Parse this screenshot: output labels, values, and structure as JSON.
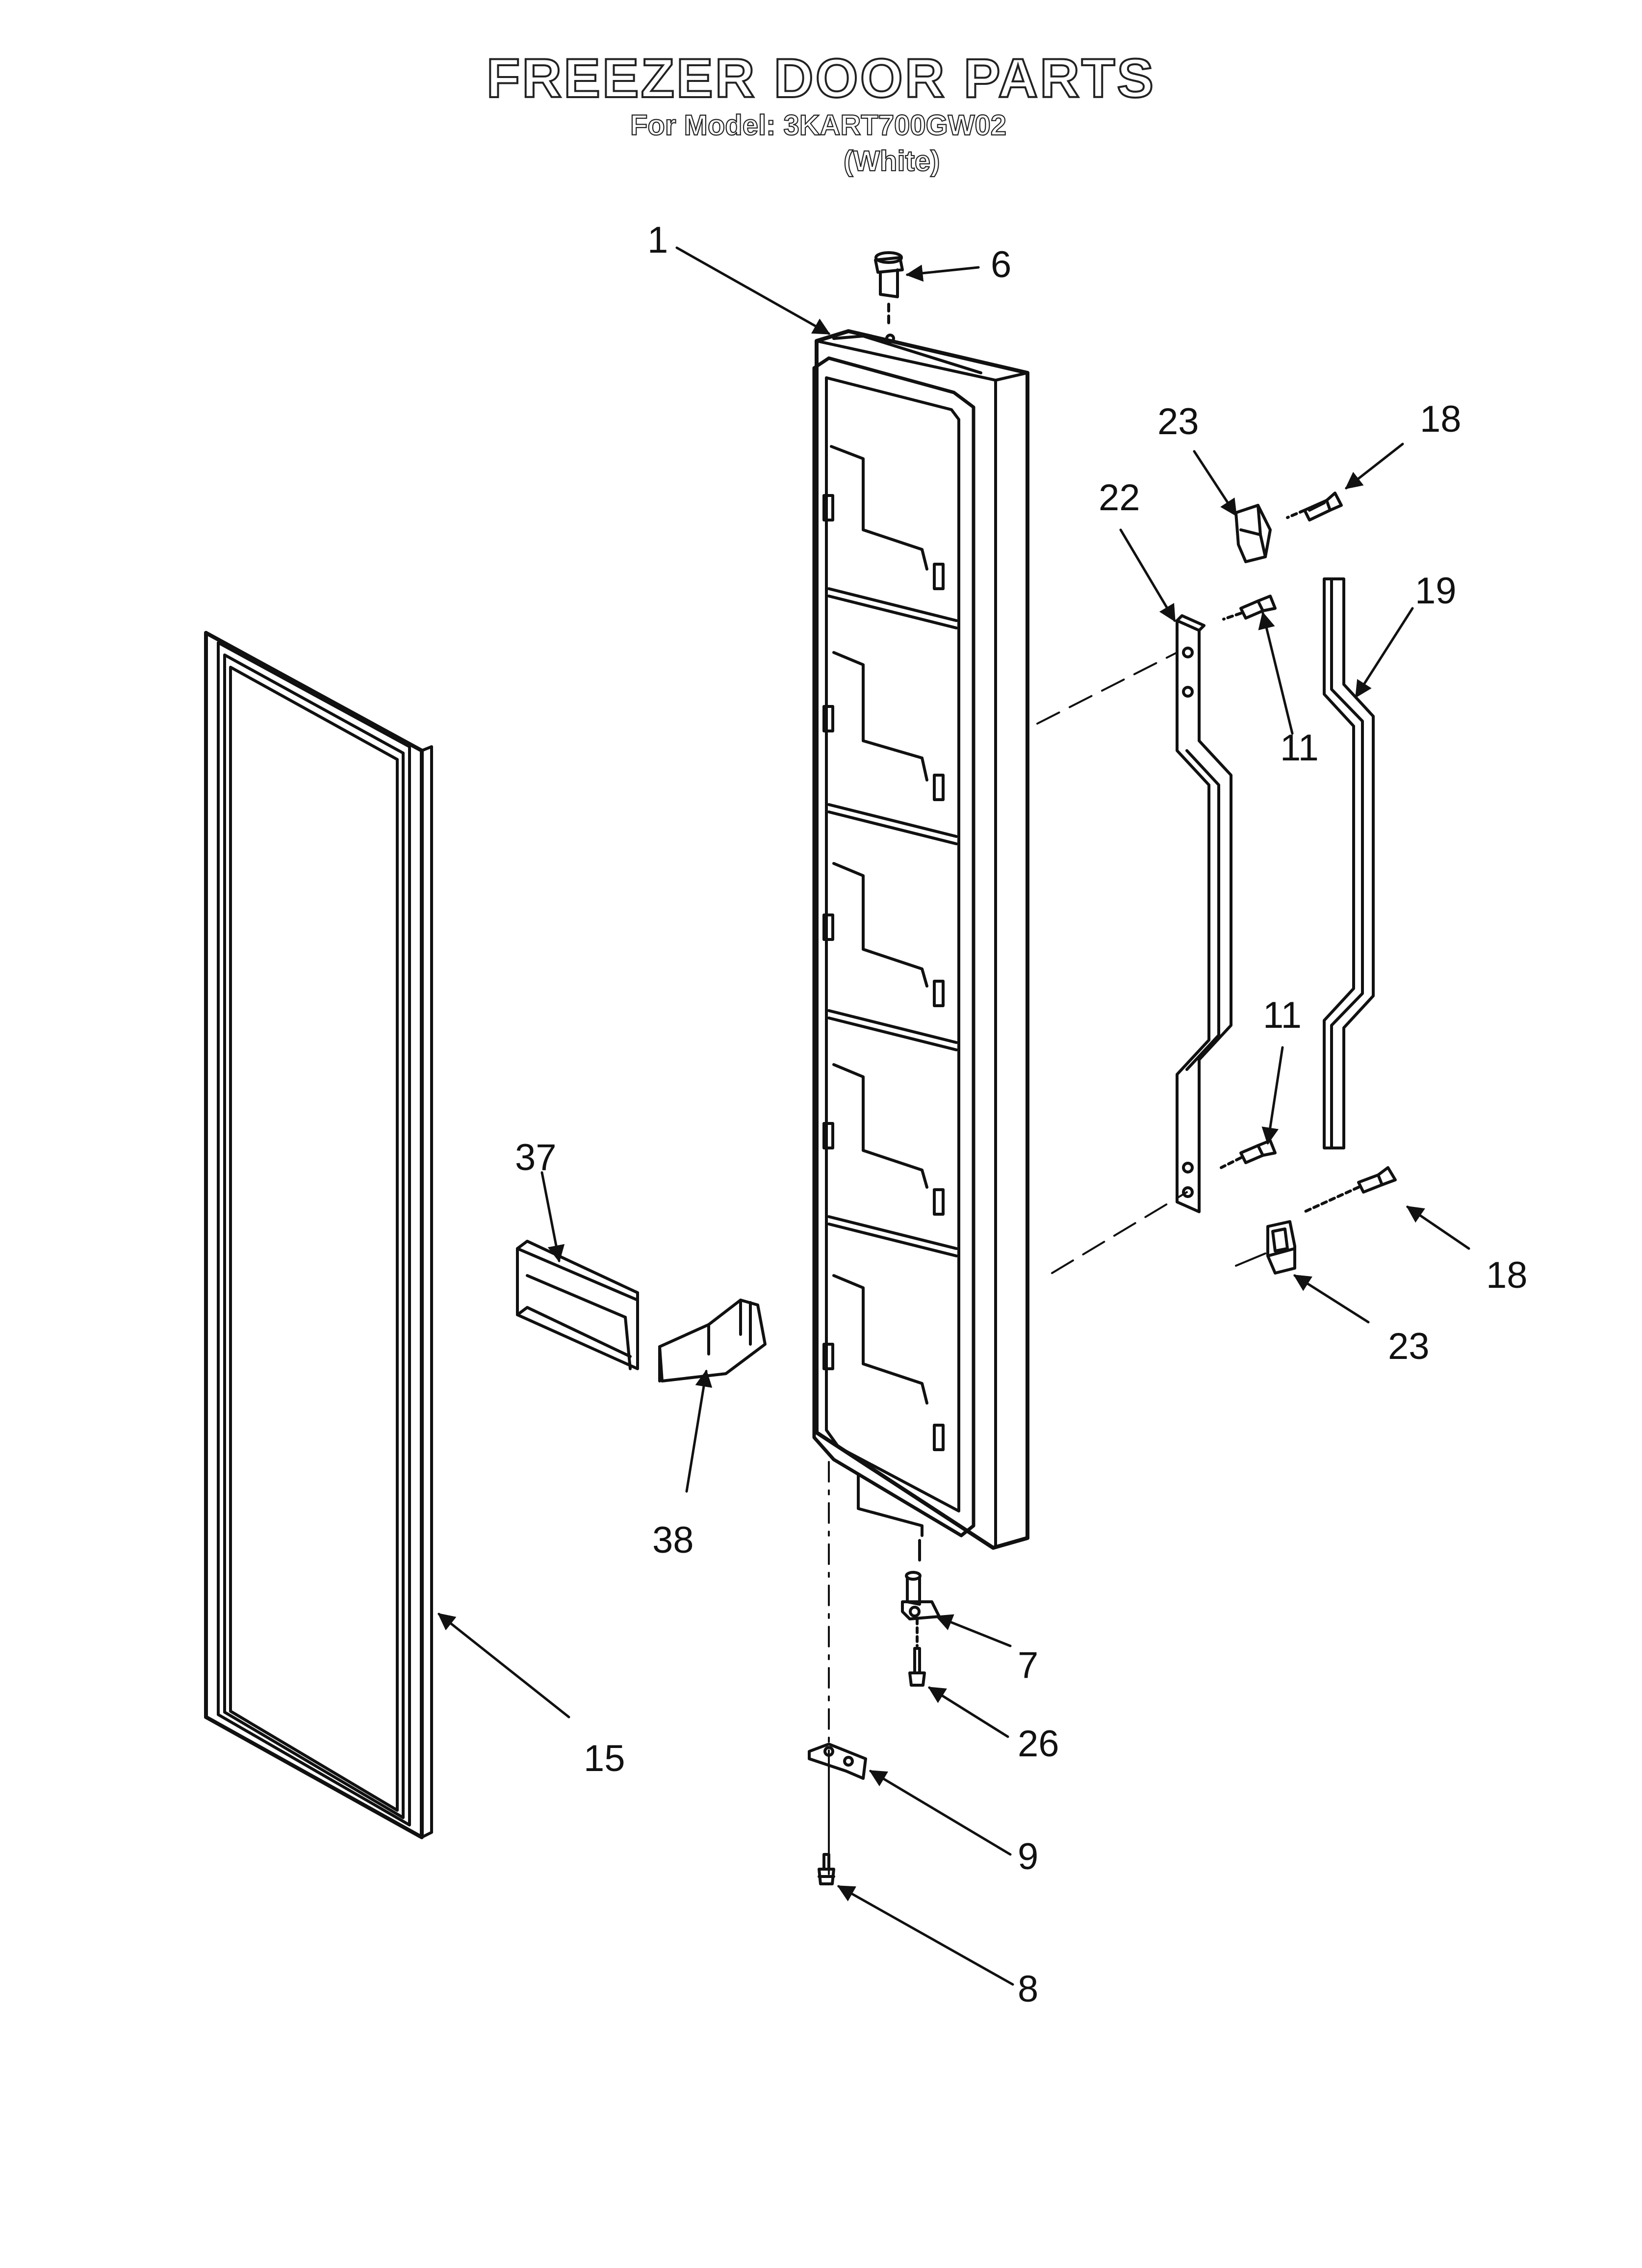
{
  "title": "FREEZER DOOR PARTS",
  "model_line": "For Model: 3KART700GW02",
  "color_line": "(White)",
  "callouts": [
    {
      "id": "c1",
      "label": "1"
    },
    {
      "id": "c6",
      "label": "6"
    },
    {
      "id": "c23a",
      "label": "23"
    },
    {
      "id": "c18a",
      "label": "18"
    },
    {
      "id": "c22",
      "label": "22"
    },
    {
      "id": "c19",
      "label": "19"
    },
    {
      "id": "c11a",
      "label": "11"
    },
    {
      "id": "c11b",
      "label": "11"
    },
    {
      "id": "c18b",
      "label": "18"
    },
    {
      "id": "c23b",
      "label": "23"
    },
    {
      "id": "c37",
      "label": "37"
    },
    {
      "id": "c38",
      "label": "38"
    },
    {
      "id": "c7",
      "label": "7"
    },
    {
      "id": "c26",
      "label": "26"
    },
    {
      "id": "c15",
      "label": "15"
    },
    {
      "id": "c9",
      "label": "9"
    },
    {
      "id": "c8",
      "label": "8"
    }
  ]
}
